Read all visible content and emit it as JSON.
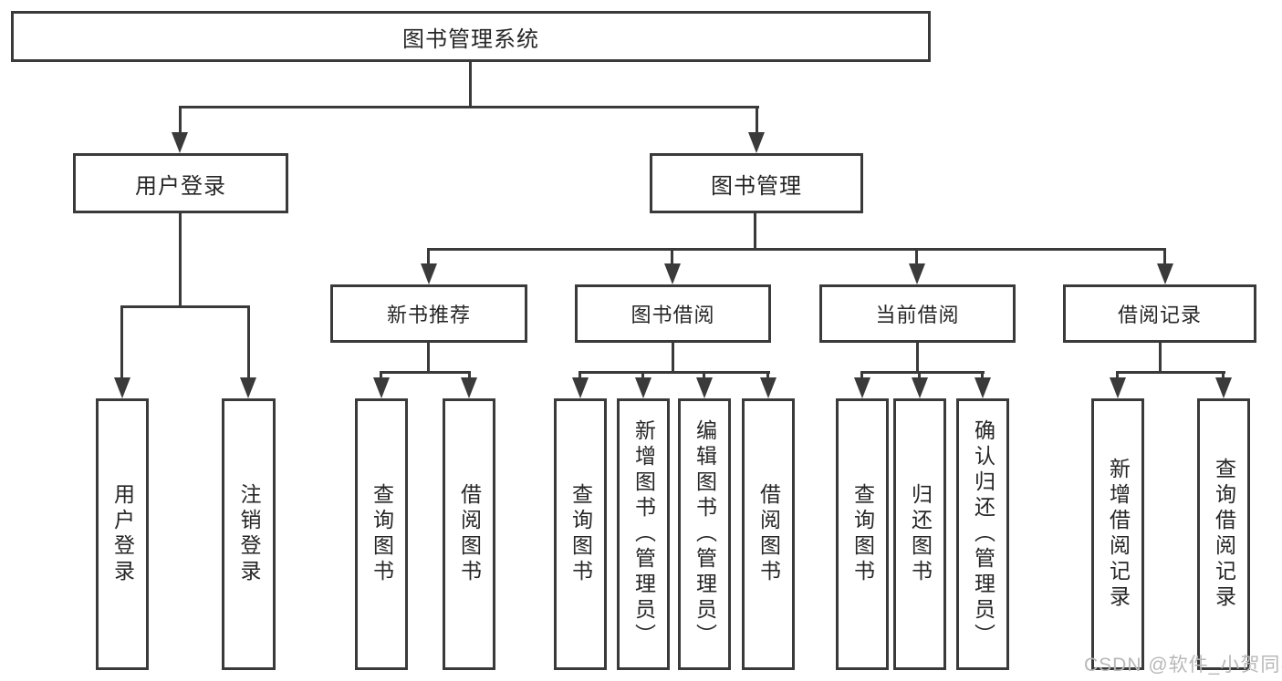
{
  "diagram_type": "hierarchy-tree",
  "tree": {
    "root": {
      "label": "图书管理系统",
      "children": [
        {
          "label": "用户登录",
          "children": [
            {
              "label": "用户登录"
            },
            {
              "label": "注销登录"
            }
          ]
        },
        {
          "label": "图书管理",
          "children": [
            {
              "label": "新书推荐",
              "children": [
                {
                  "label": "查询图书"
                },
                {
                  "label": "借阅图书"
                }
              ]
            },
            {
              "label": "图书借阅",
              "children": [
                {
                  "label": "查询图书"
                },
                {
                  "label": "新增图书（管理员）"
                },
                {
                  "label": "编辑图书（管理员）"
                },
                {
                  "label": "借阅图书"
                }
              ]
            },
            {
              "label": "当前借阅",
              "children": [
                {
                  "label": "查询图书"
                },
                {
                  "label": "归还图书"
                },
                {
                  "label": "确认归还（管理员）"
                }
              ]
            },
            {
              "label": "借阅记录",
              "children": [
                {
                  "label": "新增借阅记录"
                },
                {
                  "label": "查询借阅记录"
                }
              ]
            }
          ]
        }
      ]
    }
  },
  "watermark": "CSDN @软件_小贺同学",
  "colors": {
    "line": "#3a3a3a",
    "text": "#262626",
    "watermark": "#b8b8b8",
    "background": "#ffffff"
  }
}
